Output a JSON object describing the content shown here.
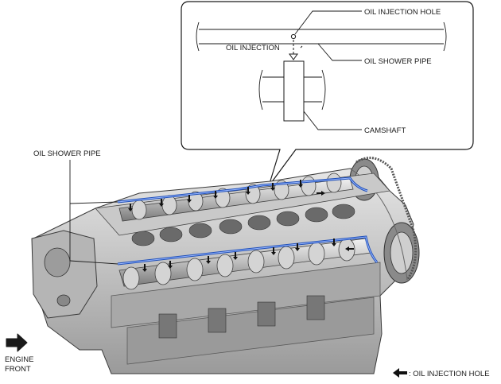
{
  "callout": {
    "oil_injection_hole": "OIL INJECTION HOLE",
    "oil_injection": "OIL INJECTION",
    "oil_shower_pipe": "OIL SHOWER PIPE",
    "camshaft": "CAMSHAFT"
  },
  "main": {
    "oil_shower_pipe": "OIL SHOWER PIPE"
  },
  "legend": {
    "engine_front_line1": "ENGINE",
    "engine_front_line2": "FRONT",
    "oil_injection_hole": ": OIL INJECTION HOLE"
  },
  "colors": {
    "pipe": "#2f5fc8",
    "engine_light": "#d9d9d9",
    "engine_dark": "#4a4a4a"
  }
}
